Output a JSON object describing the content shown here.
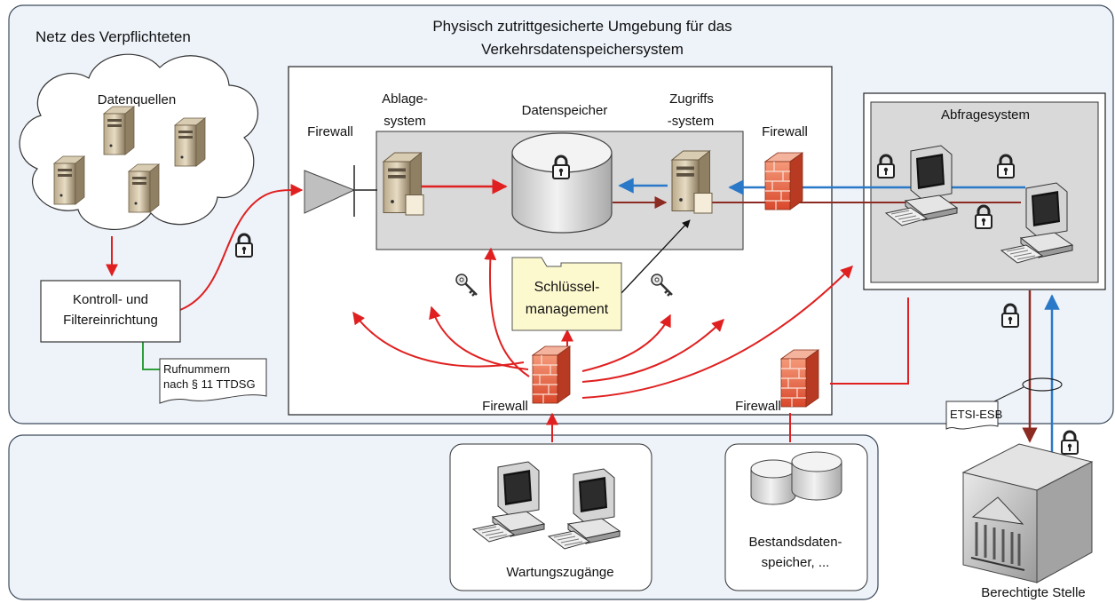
{
  "network": {
    "operator_net_label": "Netz des Verpflichteten",
    "secure_area_title_line1": "Physisch zutrittgesicherte Umgebung für das",
    "secure_area_title_line2": "Verkehrsdatenspeichersystem"
  },
  "nodes": {
    "data_sources": "Datenquellen",
    "control_filter_line1": "Kontroll- und",
    "control_filter_line2": "Filtereinrichtung",
    "phone_numbers_line1": "Rufnummern",
    "phone_numbers_line2": "nach § 11 TTDSG",
    "firewall": "Firewall",
    "storage_system_line1": "Ablage-",
    "storage_system_line2": "system",
    "data_store": "Datenspeicher",
    "access_system_line1": "Zugriffs",
    "access_system_line2": "-system",
    "key_mgmt_line1": "Schlüssel-",
    "key_mgmt_line2": "management",
    "query_system": "Abfragesystem",
    "maintenance_access": "Wartungszugänge",
    "inventory_store_line1": "Bestandsdaten-",
    "inventory_store_line2": "speicher, ...",
    "authorized_body": "Berechtigte Stelle",
    "etsi_interface": "ETSI-ESB"
  },
  "colors": {
    "red_flow": "#e02020",
    "blue_flow": "#2a78c8",
    "dark_red_flow": "#8b2b22",
    "green_link": "#2e9e3a",
    "zone_fill": "#eef3fa",
    "grey_box": "#d9d9d9"
  },
  "icons": [
    "server-icon",
    "database-icon",
    "firewall-icon",
    "lock-icon",
    "key-icon",
    "computer-icon",
    "folder-icon",
    "building-icon"
  ]
}
